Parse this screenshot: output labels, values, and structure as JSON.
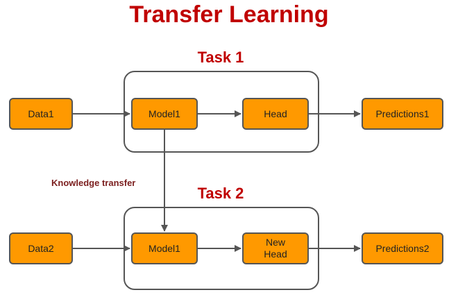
{
  "title": "Transfer Learning",
  "task1": {
    "label": "Task 1",
    "nodes": {
      "data": "Data1",
      "model": "Model1",
      "head": "Head",
      "predictions": "Predictions1"
    }
  },
  "task2": {
    "label": "Task 2",
    "nodes": {
      "data": "Data2",
      "model": "Model1",
      "head": "New\nHead",
      "predictions": "Predictions2"
    }
  },
  "knowledge_transfer_label": "Knowledge transfer",
  "colors": {
    "title": "#c00000",
    "node_fill": "#ff9900",
    "node_border": "#555555",
    "edge_label": "#7b1e1e"
  }
}
